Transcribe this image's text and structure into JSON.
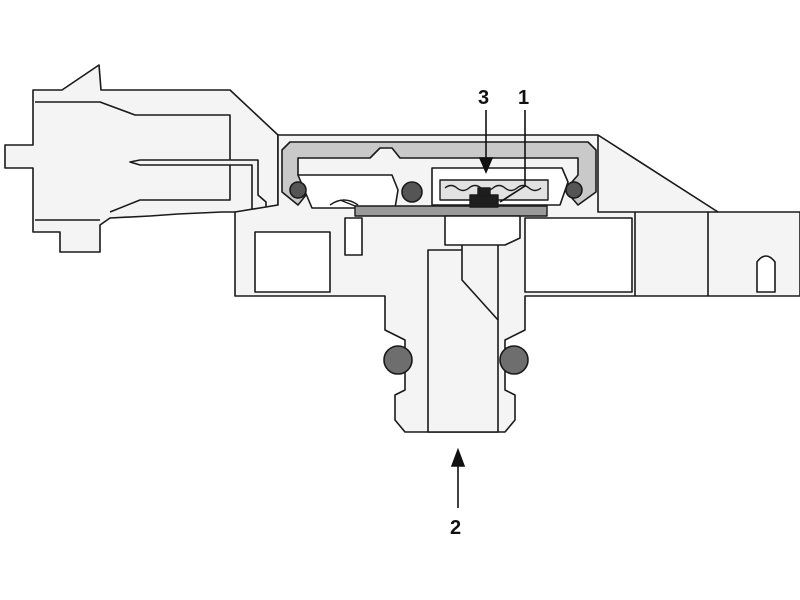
{
  "callouts": {
    "sensor_element": "1",
    "pressure_inlet": "2",
    "reference_chamber": "3"
  },
  "colors": {
    "housing_fill": "#f4f4f4",
    "outline": "#1a1a1a",
    "cap_fill": "#c9c9c9",
    "dark_part": "#555555",
    "oring_fill": "#6e6e6e",
    "background": "#ffffff"
  }
}
